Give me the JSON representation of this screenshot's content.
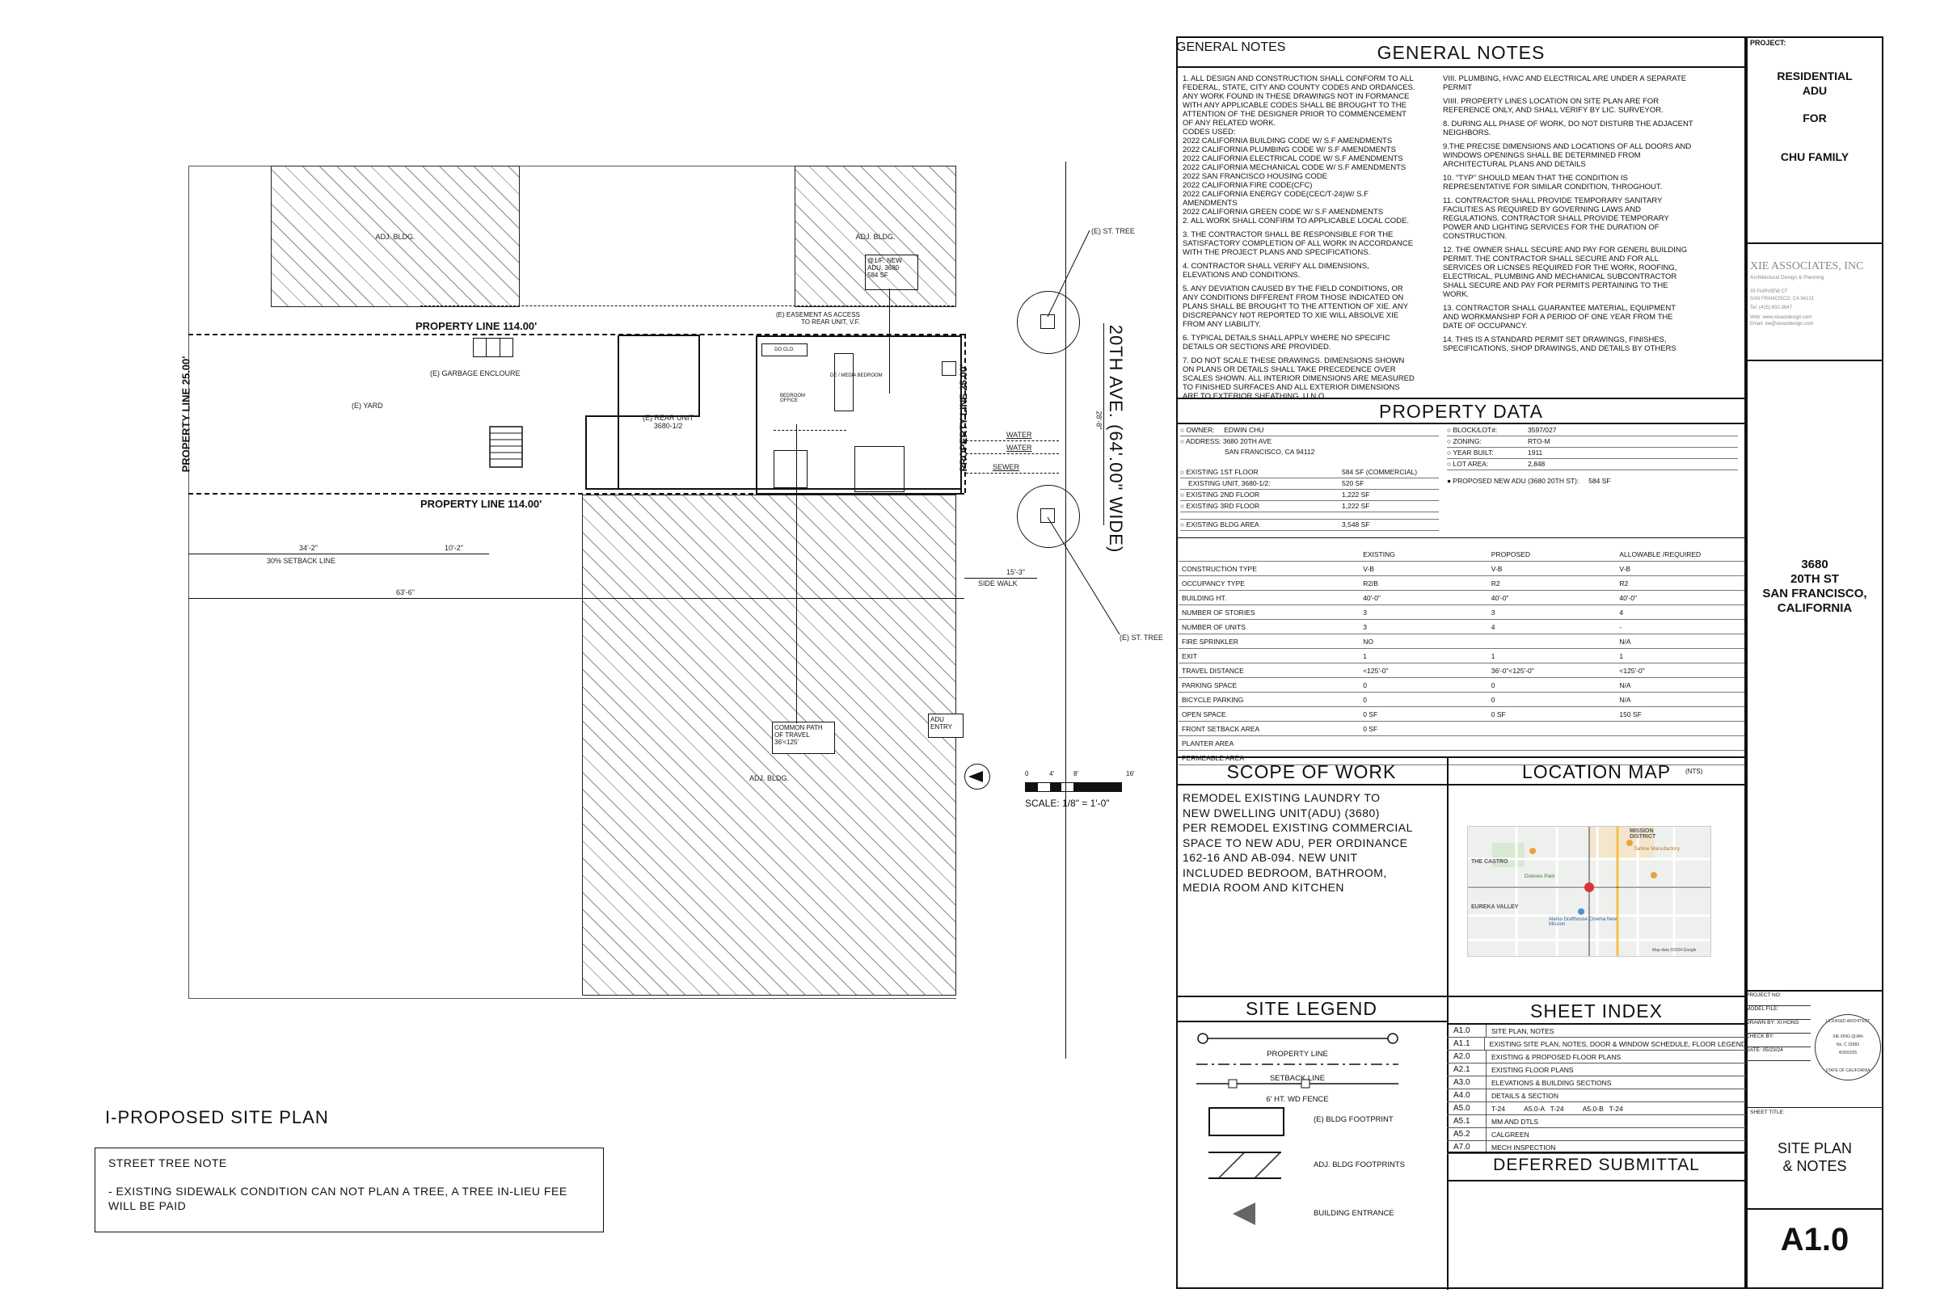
{
  "site_plan": {
    "title": "I-PROPOSED SITE PLAN",
    "labels": {
      "adj_bldg_1": "ADJ. BLDG.",
      "adj_bldg_2": "ADJ. BLDG.",
      "adj_bldg_3": "ADJ. BLDG.",
      "yard": "(E) YARD",
      "rear_unit": "(E) REAR UNIT\n3680-1/2",
      "garbage": "(E) GARBAGE ENCLOURE",
      "easement": "(E) EASEMENT AS ACCESS\nTO REAR UNIT, V.F.",
      "new_adu_callout": "@1/F: NEW\nADU, 3680\n584 SF",
      "prop_line_top": "PROPERTY LINE 114.00'",
      "prop_line_bottom": "PROPERTY LINE 114.00'",
      "prop_line_left": "PROPERTY LINE 25.00'",
      "prop_line_right": "PROPERTY LINE 25.00'",
      "street": "20TH AVE. (64'.00\" WIDE)",
      "st_tree_top": "(E) ST. TREE",
      "st_tree_bottom": "(E) ST. TREE",
      "water_1": "WATER",
      "water_2": "WATER",
      "sewer": "SEWER",
      "side_walk": "SIDE WALK",
      "sidewalk_dim": "15'-3\"",
      "dim_34": "34'-2\"",
      "setback_line": "30% SETBACK LINE",
      "dim_10": "10'-2\"",
      "dim_63": "63'-6\"",
      "dim_28": "28'-8\"",
      "common_path": "COMMON PATH\nOF TRAVEL\n36'<125'",
      "adu_entry": "ADU\nENTRY",
      "scale": "SCALE: 1/8\" = 1'-0\"",
      "scale_ticks": [
        "0",
        "4'",
        "8'",
        "16'"
      ],
      "room_do": "DO CLO.",
      "room_bed": "BEDROOM\nOFFICE",
      "room_media": "DE / MEDIA BEDROOM"
    },
    "street_tree_note": {
      "title": "STREET TREE NOTE",
      "body": "- EXISTING SIDEWALK CONDITION CAN NOT PLAN A TREE, A TREE IN-LIEU FEE WILL BE PAID"
    }
  },
  "general_notes": {
    "title": "GENERAL NOTES",
    "left": [
      "1. ALL DESIGN AND CONSTRUCTION SHALL CONFORM TO ALL FEDERAL, STATE, CITY AND COUNTY CODES AND ORDANCES. ANY WORK FOUND IN THESE DRAWINGS NOT IN FORMANCE WITH ANY APPLICABLE CODES SHALL BE BROUGHT TO THE ATTENTION OF THE DESIGNER PRIOR TO COMMENCEMENT OF ANY RELATED WORK.\nCODES USED:\n2022 CALIFORNIA BUILDING CODE W/ S.F AMENDMENTS\n2022 CALIFORNIA PLUMBING CODE W/ S.F AMENDMENTS\n2022 CALIFORNIA ELECTRICAL CODE W/ S.F AMENDMENTS\n2022 CALIFORNIA MECHANICAL CODE W/ S.F AMENDMENTS\n2022 SAN FRANCISCO HOUSING CODE\n2022 CALIFORNIA FIRE CODE(CFC)\n2022 CALIFORNIA ENERGY CODE(CEC/T-24)W/ S.F AMENDMENTS\n2022 CALIFORNIA GREEN CODE W/ S.F AMENDMENTS\n2. ALL WORK SHALL CONFIRM TO APPLICABLE LOCAL CODE.",
      "3. THE CONTRACTOR SHALL BE RESPONSIBLE FOR THE SATISFACTORY COMPLETION OF ALL WORK IN ACCORDANCE WITH THE PROJECT PLANS AND SPECIFICATIONS.",
      "4. CONTRACTOR SHALL VERIFY ALL DIMENSIONS, ELEVATIONS AND CONDITIONS.",
      "5. ANY DEVIATION CAUSED BY THE FIELD CONDITIONS, OR ANY CONDITIONS DIFFERENT FROM THOSE INDICATED ON PLANS SHALL BE BROUGHT TO THE ATTENTION OF XIE. ANY DISCREPANCY NOT REPORTED TO XIE WILL ABSOLVE XIE FROM ANY LIABILITY.",
      "6. TYPICAL DETAILS SHALL APPLY WHERE NO SPECIFIC DETAILS OR SECTIONS ARE PROVIDED.",
      "7. DO NOT SCALE THESE DRAWINGS. DIMENSIONS SHOWN ON PLANS OR DETAILS SHALL TAKE PRECEDENCE OVER SCALES SHOWN. ALL INTERIOR DIMENSIONS ARE MEASURED TO FINISHED SURFACES AND ALL EXTERIOR DIMENSIONS ARE TO EXTERIOR SHEATHING, U.N.O."
    ],
    "right": [
      "VIII. PLUMBING, HVAC AND ELECTRICAL ARE UNDER A SEPARATE PERMIT",
      "VIIII. PROPERTY LINES LOCATION ON SITE PLAN ARE FOR REFERENCE ONLY, AND SHALL VERIFY BY LIC. SURVEYOR.",
      "8. DURING ALL PHASE OF WORK, DO NOT DISTURB THE ADJACENT NEIGHBORS.",
      "9.THE PRECISE DIMENSIONS AND LOCATIONS OF ALL DOORS AND WINDOWS OPENINGS SHALL BE DETERMINED FROM ARCHITECTURAL PLANS AND DETAILS",
      "10. \"TYP\" SHOULD MEAN THAT THE CONDITION IS REPRESENTATIVE FOR SIMILAR CONDITION, THROGHOUT.",
      "11. CONTRACTOR SHALL PROVIDE TEMPORARY SANITARY FACILITIES AS REQUIRED BY GOVERNING LAWS AND REGULATIONS. CONTRACTOR SHALL PROVIDE TEMPORARY POWER AND LIGHTING SERVICES FOR THE DURATION OF CONSTRUCTION.",
      "12. THE OWNER SHALL SECURE AND PAY FOR GENERL BUILDING PERMIT. THE CONTRACTOR SHALL SECURE AND FOR ALL SERVICES OR LICNSES REQUIRED FOR THE WORK, ROOFING, ELECTRICAL, PLUMBING AND MECHANICAL SUBCONTRACTOR SHALL SECURE AND PAY FOR PERMITS PERTAINING TO THE WORK.",
      "13. CONTRACTOR SHALL GUARANTEE MATERIAL, EQUIPMENT AND WORKMANSHIP FOR A PERIOD OF ONE YEAR FROM THE DATE OF OCCUPANCY.",
      "14. THIS IS A STANDARD PERMIT SET DRAWINGS, FINISHES, SPECIFICATIONS, SHOP DRAWINGS, AND DETAILS BY OTHERS"
    ]
  },
  "property_data": {
    "title": "PROPERTY DATA",
    "owner_label": "OWNER:",
    "owner": "EDWIN CHU",
    "address_label": "ADDRESS: 3680 20TH AVE",
    "address_line2": "SAN FRANCISCO, CA 94112",
    "block_lot_label": "BLOCK/LOT#:",
    "block_lot": "3597/027",
    "zoning_label": "ZONING:",
    "zoning": "RTO-M",
    "year_label": "YEAR BUILT:",
    "year": "1911",
    "lot_area_label": "LOT AREA:",
    "lot_area": "2,848",
    "existing_rows": [
      [
        "EXISTING 1ST FLOOR",
        "584 SF (COMMERCIAL)"
      ],
      [
        "EXISTING UNIT, 3680-1/2:",
        "520 SF"
      ],
      [
        "EXISTING 2ND FLOOR",
        "1,222 SF"
      ],
      [
        "EXISTING 3RD FLOOR",
        "1,222 SF"
      ]
    ],
    "existing_bldg_label": "EXISTING BLDG AREA",
    "existing_bldg": "3,548 SF",
    "proposed_adu_label": "PROPOSED NEW ADU (3680 20TH ST):",
    "proposed_adu": "584 SF",
    "table_headers": [
      "",
      "EXISTING",
      "PROPOSED",
      "ALLOWABLE /REQUIRED"
    ],
    "table_rows": [
      [
        "CONSTRUCTION TYPE",
        "V-B",
        "V-B",
        "V-B"
      ],
      [
        "OCCUPANCY TYPE",
        "R2/B",
        "R2",
        "R2"
      ],
      [
        "BUILDING HT.",
        "40'-0\"",
        "40'-0\"",
        "40'-0\""
      ],
      [
        "NUMBER OF STORIES",
        "3",
        "3",
        "4"
      ],
      [
        "NUMBER OF UNITS",
        "3",
        "4",
        "-"
      ],
      [
        "FIRE SPRINKLER",
        "NO",
        "",
        "N/A"
      ],
      [
        "EXIT",
        "1",
        "1",
        "1"
      ],
      [
        "TRAVEL DISTANCE",
        "<125'-0\"",
        "36'-0\"<125'-0\"",
        "<125'-0\""
      ],
      [
        "PARKING SPACE",
        "0",
        "0",
        "N/A"
      ],
      [
        "BICYCLE PARKING",
        "0",
        "0",
        "N/A"
      ],
      [
        "OPEN SPACE",
        "0 SF",
        "0 SF",
        "150 SF"
      ],
      [
        "FRONT SETBACK AREA",
        "0 SF",
        "",
        ""
      ],
      [
        "PLANTER AREA",
        "",
        "",
        ""
      ],
      [
        "PERMEABLE AREA",
        "",
        "",
        ""
      ]
    ]
  },
  "scope_of_work": {
    "title": "SCOPE OF WORK",
    "body": "REMODEL EXISTING LAUNDRY TO\nNEW DWELLING UNIT(ADU) (3680)\nPER REMODEL EXISTING COMMERCIAL\nSPACE  TO NEW ADU, PER  ORDINANCE\n162-16 AND AB-094. NEW UNIT\nINCLUDED BEDROOM, BATHROOM,\nMEDIA ROOM  AND KITCHEN"
  },
  "location_map": {
    "title": "LOCATION MAP",
    "nts": "(NTS)",
    "labels": [
      "THE CASTRO",
      "EUREKA VALLEY",
      "MISSION DISTRICT",
      "Tartine Manufactory",
      "Dolores Park",
      "Alamo Drafthouse Cinema New Mission",
      "Map data ©2024 Google"
    ]
  },
  "site_legend": {
    "title": "SITE LEGEND",
    "items": [
      "PROPERTY LINE",
      "SETBACK LINE",
      "6' HT. WD FENCE",
      "(E) BLDG FOOTPRINT",
      "ADJ. BLDG FOOTPRINTS",
      "BUILDING ENTRANCE"
    ]
  },
  "sheet_index": {
    "title": "SHEET INDEX",
    "rows": [
      [
        "A1.0",
        "SITE PLAN, NOTES"
      ],
      [
        "A1.1",
        "EXISTING SITE PLAN, NOTES, DOOR & WINDOW SCHEDULE, FLOOR LEGEND"
      ],
      [
        "A2.0",
        "EXISTING & PROPOSED FLOOR PLANS"
      ],
      [
        "A2.1",
        "EXISTING FLOOR PLANS"
      ],
      [
        "A3.0",
        "ELEVATIONS & BUILDING SECTIONS"
      ],
      [
        "A4.0",
        "DETAILS & SECTION"
      ],
      [
        "A5.0",
        "T-24          A5.0-A   T-24          A5.0-B   T-24"
      ],
      [
        "A5.1",
        "MM AND DTLS"
      ],
      [
        "A5.2",
        "CALGREEN"
      ],
      [
        "A7.0",
        "MECH INSPECTION"
      ]
    ],
    "deferred": "DEFERRED SUBMITTAL"
  },
  "title_block": {
    "project_label": "PROJECT:",
    "project_lines": [
      "RESIDENTIAL",
      "ADU",
      "FOR",
      "CHU FAMILY"
    ],
    "firm_name": "XIE  ASSOCIATES, INC",
    "firm_tag": "Architectural Design & Planning",
    "firm_lines": [
      "35 FAIRVIEW CT",
      "SAN FRANCISCO, CA 94131",
      "Tel: (415) 832-3647",
      "Web: www.xieastdesign.com",
      "Email: xie@xieastdesign.com"
    ],
    "address_lines": [
      "3680",
      "20TH  ST",
      "SAN FRANCISCO,",
      "CALIFORNIA"
    ],
    "meta": [
      [
        "PROJECT NO:",
        ""
      ],
      [
        "MODEL FILE:",
        ""
      ],
      [
        "DRAWN BY:",
        "XI HONG"
      ],
      [
        "CHECK BY:",
        ""
      ],
      [
        "DATE:",
        "05/23/24"
      ]
    ],
    "stamp_lines": [
      "LICENSED ARCHITECT",
      "XIE XING QUAN",
      "No. C 32983",
      "4/30/2025",
      "STATE OF CALIFORNIA"
    ],
    "sheet_title_label": "SHEET TITLE:",
    "sheet_title": "SITE PLAN\n& NOTES",
    "sheet_number": "A1.0"
  }
}
